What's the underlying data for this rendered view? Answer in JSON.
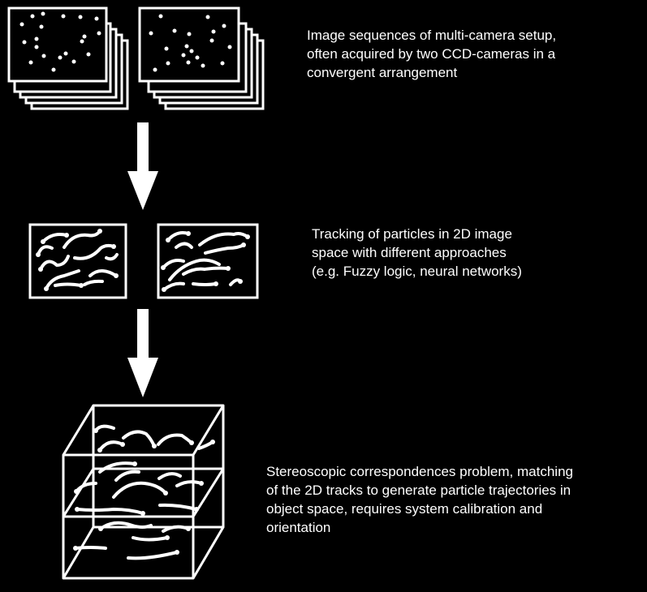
{
  "colors": {
    "background": "#000000",
    "foreground": "#ffffff"
  },
  "steps": [
    {
      "id": "image-sequences",
      "caption_lines": [
        "Image sequences of multi-camera setup,",
        "often acquired by two CCD-cameras in a",
        "convergent arrangement"
      ]
    },
    {
      "id": "2d-tracking",
      "caption_lines": [
        "Tracking of particles in 2D image",
        "space with different approaches",
        "(e.g. Fuzzy logic, neural networks)"
      ]
    },
    {
      "id": "3d-correspondence",
      "caption_lines": [
        "Stereoscopic correspondences problem, matching",
        "of the 2D tracks to generate particle trajectories in",
        "object space, requires system calibration and",
        "orientation"
      ]
    }
  ],
  "icons": {
    "camera_stacks": "stacked-frames-icon",
    "arrow": "down-arrow-icon",
    "tracks": "particle-track-frame-icon",
    "cube": "wireframe-cube-icon"
  }
}
